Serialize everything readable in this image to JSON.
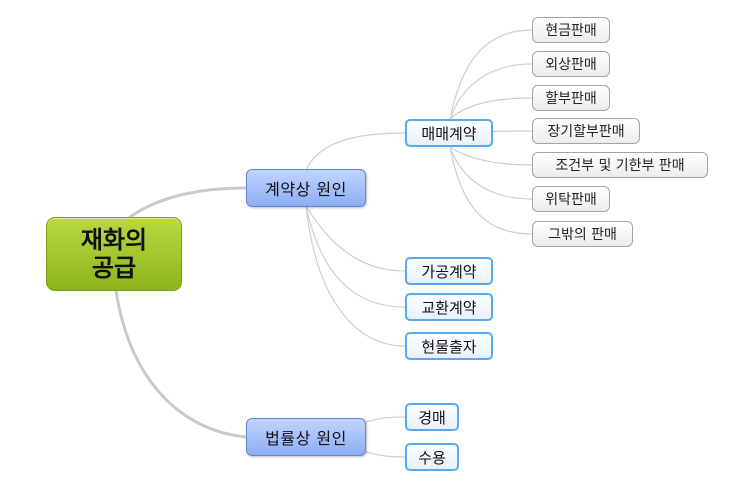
{
  "root": {
    "line1": "재화의",
    "line2": "공급"
  },
  "contract": {
    "label": "계약상 원인",
    "sale": {
      "label": "매매계약",
      "types": [
        "현금판매",
        "외상판매",
        "할부판매",
        "장기할부판매",
        "조건부 및 기한부 판매",
        "위탁판매",
        "그밖의 판매"
      ]
    },
    "others": [
      "가공계약",
      "교환계약",
      "현물출자"
    ]
  },
  "legal": {
    "label": "법률상 원인",
    "items": [
      "경매",
      "수용"
    ]
  },
  "colors": {
    "root_fill": "#9cc42a",
    "main_fill": "#a8c2fb",
    "sub_border": "#55aaf2",
    "leaf_border": "#a4a4a4",
    "edge": "#c9c9c9"
  }
}
